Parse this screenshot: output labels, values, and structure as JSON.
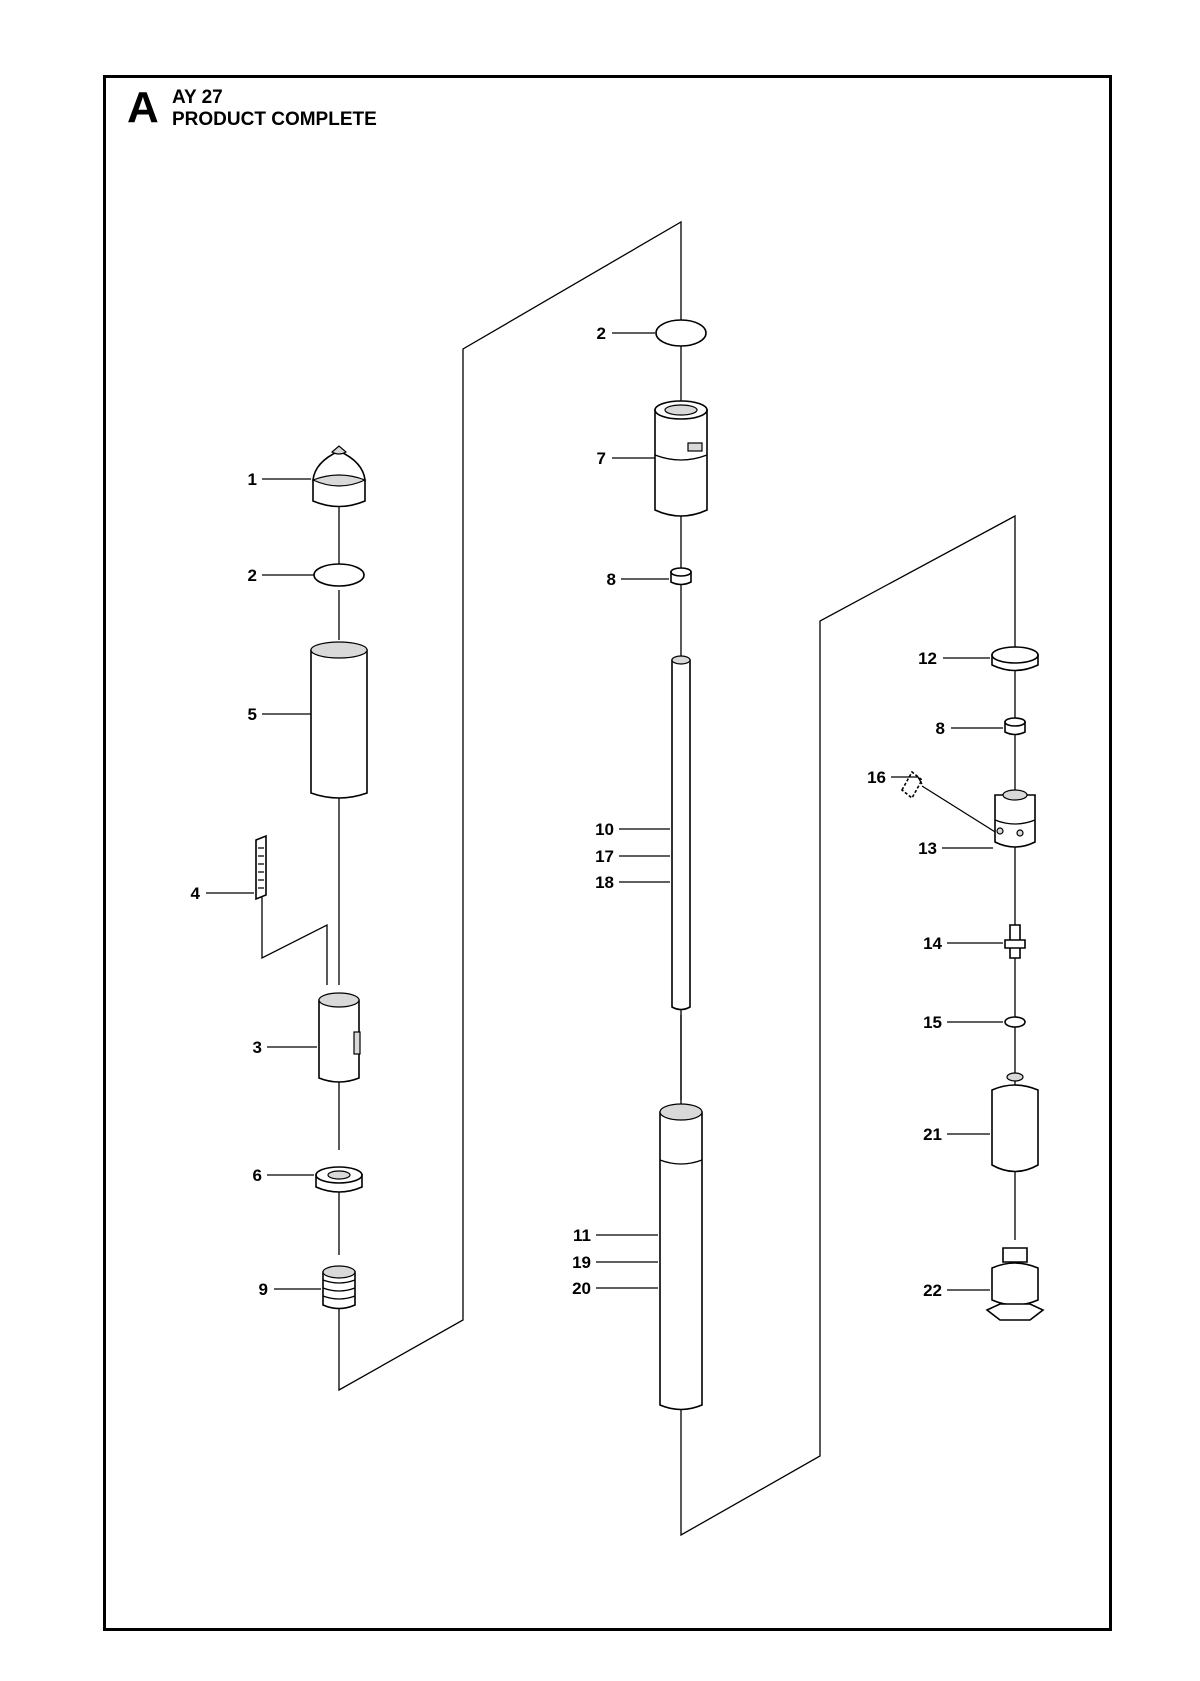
{
  "header": {
    "section_letter": "A",
    "model": "AY 27",
    "title": "PRODUCT COMPLETE"
  },
  "callouts": {
    "c1": "1",
    "c2a": "2",
    "c2b": "2",
    "c3": "3",
    "c4": "4",
    "c5": "5",
    "c6": "6",
    "c7": "7",
    "c8a": "8",
    "c8b": "8",
    "c9": "9",
    "c10": "10",
    "c11": "11",
    "c12": "12",
    "c13": "13",
    "c14": "14",
    "c15": "15",
    "c16": "16",
    "c17": "17",
    "c18": "18",
    "c19": "19",
    "c20": "20",
    "c21": "21",
    "c22": "22"
  }
}
